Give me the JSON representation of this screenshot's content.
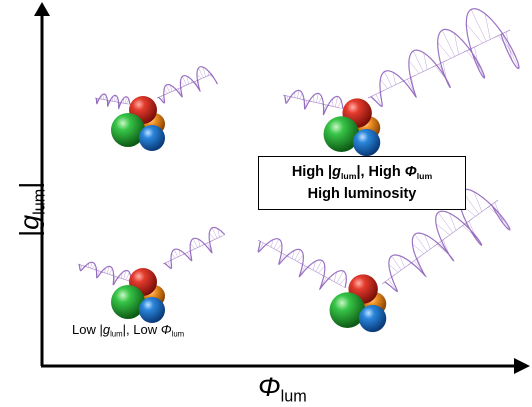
{
  "axes": {
    "y_label": {
      "prefix": "|",
      "symbol": "g",
      "subscript": "lum",
      "suffix": "|"
    },
    "x_label": {
      "symbol": "Φ",
      "subscript": "lum"
    }
  },
  "callout": {
    "line1": {
      "part1": "High |",
      "g_symbol": "g",
      "g_sub": "lum",
      "part2": "|, High ",
      "phi_symbol": "Φ",
      "phi_sub": "lum"
    },
    "line2": "High luminosity"
  },
  "low_caption": {
    "part1": "Low |",
    "g_symbol": "g",
    "g_sub": "lum",
    "part2": "|, Low ",
    "phi_symbol": "Φ",
    "phi_sub": "lum"
  },
  "colors": {
    "axis": "#000000",
    "sphere_red": "#d42a1e",
    "sphere_green": "#2bb23a",
    "sphere_blue": "#1d74c9",
    "sphere_orange": "#f08a1e",
    "helix": "#8a5ab8"
  },
  "quadrants": [
    {
      "id": "top-left",
      "helix_scale": "small"
    },
    {
      "id": "top-right",
      "helix_scale": "large"
    },
    {
      "id": "bottom-left",
      "helix_scale": "small"
    },
    {
      "id": "bottom-right",
      "helix_scale": "large"
    }
  ]
}
